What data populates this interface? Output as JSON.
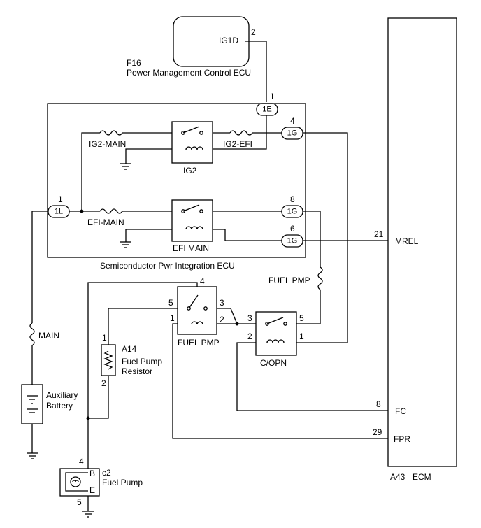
{
  "ecu_pmc": {
    "code": "F16",
    "name": "Power Management Control ECU",
    "terminal": "IG1D",
    "pin": "2"
  },
  "spi_ecu": {
    "name": "Semiconductor Pwr Integration ECU",
    "connectors": [
      {
        "label": "1E",
        "pin": "1"
      },
      {
        "label": "1G",
        "pin": "4"
      },
      {
        "label": "1L",
        "pin": "1"
      },
      {
        "label": "1G",
        "pin": "8"
      },
      {
        "label": "1G",
        "pin": "6"
      }
    ],
    "fuses": [
      "IG2-MAIN",
      "IG2-EFI",
      "EFI-MAIN"
    ],
    "relays": [
      "IG2",
      "EFI MAIN"
    ]
  },
  "fuse_main": "MAIN",
  "battery": {
    "line1": "Auxiliary",
    "line2": "Battery"
  },
  "fuel_pmp_relay": {
    "label": "FUEL PMP",
    "pins": [
      "4",
      "5",
      "3",
      "1",
      "2"
    ]
  },
  "fuse_fuel_pmp": "FUEL PMP",
  "copn_relay": {
    "label": "C/OPN",
    "pins": [
      "3",
      "5",
      "2",
      "1"
    ]
  },
  "resistor": {
    "code": "A14",
    "line1": "Fuel Pump",
    "line2": "Resistor",
    "pin_top": "1",
    "pin_bottom": "2"
  },
  "fuel_pump": {
    "code": "c2",
    "name": "Fuel Pump",
    "pin_b": "4",
    "pin_e": "5",
    "term_b": "B",
    "term_e": "E"
  },
  "ecm": {
    "code": "A43",
    "name": "ECM",
    "terminals": [
      {
        "pin": "21",
        "label": "MREL"
      },
      {
        "pin": "8",
        "label": "FC"
      },
      {
        "pin": "29",
        "label": "FPR"
      }
    ]
  }
}
